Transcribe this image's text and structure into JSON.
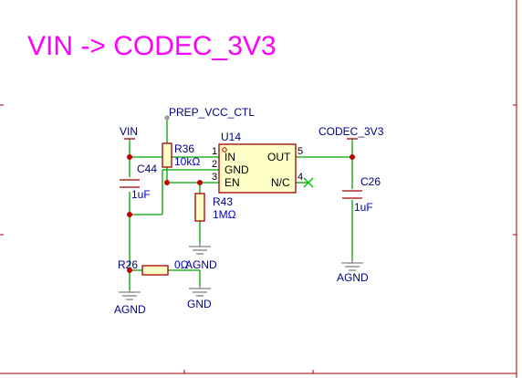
{
  "title": "VIN -> CODEC_3V3",
  "nets": {
    "vin": "VIN",
    "prep": "PREP_VCC_CTL",
    "codec": "CODEC_3V3"
  },
  "u14": {
    "ref": "U14",
    "pins": {
      "in": "IN",
      "gnd": "GND",
      "en": "EN",
      "out": "OUT",
      "nc": "N/C"
    },
    "pin_numbers": {
      "in": "1",
      "gnd": "2",
      "en": "3",
      "out": "5",
      "nc": "4"
    }
  },
  "r36": {
    "ref": "R36",
    "value": "10kΩ"
  },
  "r43": {
    "ref": "R43",
    "value": "1MΩ"
  },
  "r26": {
    "ref": "R26",
    "value": "0Ω"
  },
  "c44": {
    "ref": "C44",
    "value": "1uF"
  },
  "c26": {
    "ref": "C26",
    "value": "1uF"
  },
  "ground_labels": {
    "agnd_r43": "AGND",
    "agnd_c44": "AGND",
    "gnd_r26": "GND",
    "agnd_c26": "AGND"
  }
}
